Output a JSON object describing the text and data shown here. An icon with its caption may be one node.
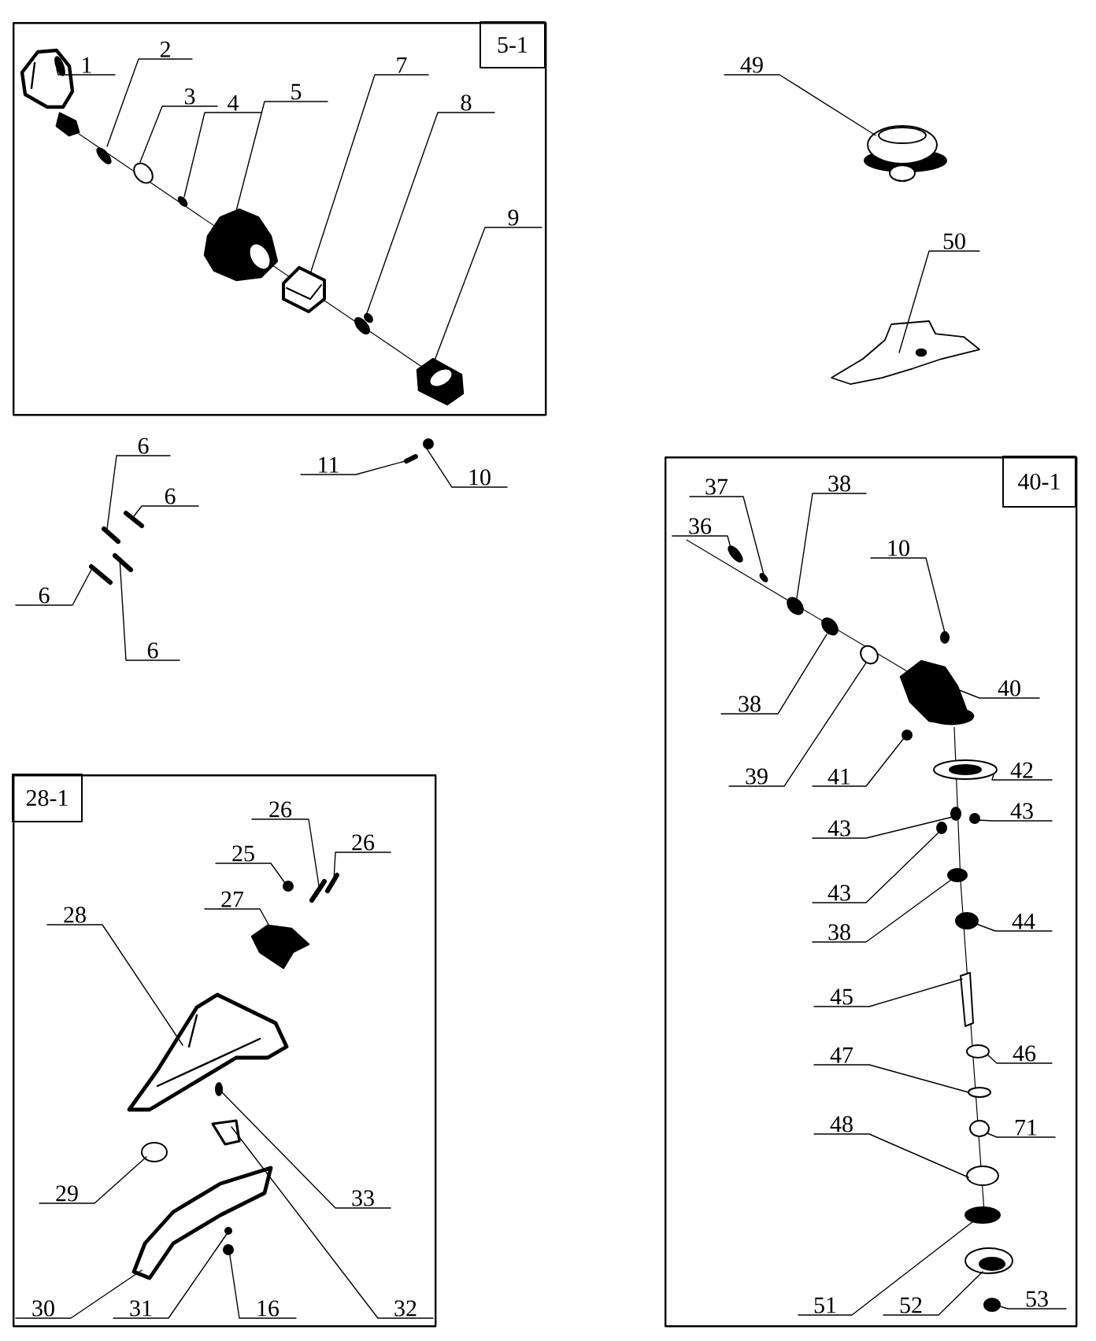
{
  "diagram": {
    "nodes": [
      {
        "text": [
          "5-1"
        ]
      },
      {
        "text": [
          "1"
        ],
        "in": 0
      },
      {
        "text": [
          "2"
        ],
        "in": 0
      },
      {
        "text": [
          "3"
        ],
        "in": 0
      },
      {
        "text": [
          "4"
        ],
        "in": 0
      },
      {
        "text": [
          "5"
        ],
        "in": 0
      },
      {
        "text": [
          "7"
        ],
        "in": 0
      },
      {
        "text": [
          "8"
        ],
        "in": 0
      },
      {
        "text": [
          "9"
        ],
        "in": 0
      },
      {
        "text": [
          "49"
        ]
      },
      {
        "text": [
          "50"
        ]
      },
      {
        "text": [
          "6"
        ]
      },
      {
        "text": [
          "6"
        ]
      },
      {
        "text": [
          "6"
        ]
      },
      {
        "text": [
          "6"
        ]
      },
      {
        "text": [
          "11"
        ]
      },
      {
        "text": [
          "10"
        ]
      },
      {
        "text": [
          "40-1"
        ]
      },
      {
        "text": [
          "37"
        ],
        "in": 17
      },
      {
        "text": [
          "38"
        ],
        "in": 17
      },
      {
        "text": [
          "36"
        ],
        "in": 17
      },
      {
        "text": [
          "10"
        ],
        "in": 17
      },
      {
        "text": [
          "38"
        ],
        "in": 17
      },
      {
        "text": [
          "40"
        ],
        "in": 17
      },
      {
        "text": [
          "39"
        ],
        "in": 17
      },
      {
        "text": [
          "41"
        ],
        "in": 17
      },
      {
        "text": [
          "42"
        ],
        "in": 17
      },
      {
        "text": [
          "43"
        ],
        "in": 17
      },
      {
        "text": [
          "43"
        ],
        "in": 17
      },
      {
        "text": [
          "43"
        ],
        "in": 17
      },
      {
        "text": [
          "38"
        ],
        "in": 17
      },
      {
        "text": [
          "44"
        ],
        "in": 17
      },
      {
        "text": [
          "45"
        ],
        "in": 17
      },
      {
        "text": [
          "46"
        ],
        "in": 17
      },
      {
        "text": [
          "47"
        ],
        "in": 17
      },
      {
        "text": [
          "71"
        ],
        "in": 17
      },
      {
        "text": [
          "48"
        ],
        "in": 17
      },
      {
        "text": [
          "51"
        ],
        "in": 17
      },
      {
        "text": [
          "52"
        ],
        "in": 17
      },
      {
        "text": [
          "53"
        ],
        "in": 17
      },
      {
        "text": [
          "28-1"
        ]
      },
      {
        "text": [
          "26"
        ],
        "in": 40
      },
      {
        "text": [
          "25"
        ],
        "in": 40
      },
      {
        "text": [
          "26"
        ],
        "in": 40
      },
      {
        "text": [
          "27"
        ],
        "in": 40
      },
      {
        "text": [
          "28"
        ],
        "in": 40
      },
      {
        "text": [
          "29"
        ],
        "in": 40
      },
      {
        "text": [
          "33"
        ],
        "in": 40
      },
      {
        "text": [
          "30"
        ],
        "in": 40
      },
      {
        "text": [
          "31"
        ],
        "in": 40
      },
      {
        "text": [
          "16"
        ],
        "in": 40
      },
      {
        "text": [
          "32"
        ],
        "in": 40
      },
      {
        "text": [],
        "shape": "picture",
        "in": 0
      },
      {
        "text": [],
        "shape": "circle",
        "in": 0
      },
      {
        "text": [],
        "shape": "circle",
        "in": 0
      },
      {
        "text": [],
        "shape": "circle",
        "in": 0
      },
      {
        "text": [],
        "shape": "picture",
        "in": 0
      },
      {
        "text": [],
        "shape": "picture",
        "in": 0
      },
      {
        "text": [],
        "shape": "circle",
        "in": 0
      },
      {
        "text": [],
        "shape": "picture",
        "in": 0
      },
      {
        "text": [],
        "shape": "circle"
      },
      {
        "text": [],
        "shape": "picture"
      },
      {
        "text": [],
        "shape": "bar"
      },
      {
        "text": [],
        "shape": "bar"
      },
      {
        "text": [],
        "shape": "bar"
      },
      {
        "text": [],
        "shape": "bar"
      },
      {
        "text": [],
        "shape": "bar"
      },
      {
        "text": [],
        "shape": "circle"
      },
      {
        "text": [],
        "shape": "circle",
        "in": 17
      },
      {
        "text": [],
        "shape": "circle",
        "in": 17
      },
      {
        "text": [],
        "shape": "circle",
        "in": 17
      },
      {
        "text": [],
        "shape": "circle",
        "in": 17
      },
      {
        "text": [],
        "shape": "circle",
        "in": 17
      },
      {
        "text": [],
        "shape": "picture",
        "in": 17
      },
      {
        "text": [],
        "shape": "circle",
        "in": 17
      },
      {
        "text": [],
        "shape": "circle",
        "in": 17
      },
      {
        "text": [],
        "shape": "circle",
        "in": 17
      },
      {
        "text": [],
        "shape": "circle",
        "in": 17
      },
      {
        "text": [],
        "shape": "circle",
        "in": 17
      },
      {
        "text": [],
        "shape": "circle",
        "in": 17
      },
      {
        "text": [],
        "shape": "circle",
        "in": 17
      },
      {
        "text": [],
        "shape": "circle",
        "in": 17
      },
      {
        "text": [],
        "shape": "box",
        "in": 17
      },
      {
        "text": [],
        "shape": "circle",
        "in": 17
      },
      {
        "text": [],
        "shape": "circle",
        "in": 17
      },
      {
        "text": [],
        "shape": "circle",
        "in": 17
      },
      {
        "text": [],
        "shape": "circle",
        "in": 17
      },
      {
        "text": [],
        "shape": "circle",
        "in": 17
      },
      {
        "text": [],
        "shape": "circle",
        "in": 17
      },
      {
        "text": [],
        "shape": "circle",
        "in": 17
      },
      {
        "text": [],
        "shape": "bar",
        "in": 40
      },
      {
        "text": [],
        "shape": "circle",
        "in": 40
      },
      {
        "text": [],
        "shape": "bar",
        "in": 40
      },
      {
        "text": [],
        "shape": "picture",
        "in": 40
      },
      {
        "text": [],
        "shape": "picture",
        "in": 40
      },
      {
        "text": [],
        "shape": "circle",
        "in": 40
      },
      {
        "text": [],
        "shape": "circle",
        "in": 40
      },
      {
        "text": [],
        "shape": "picture",
        "in": 40
      },
      {
        "text": [],
        "shape": "circle",
        "in": 40
      },
      {
        "text": [],
        "shape": "circle",
        "in": 40
      },
      {
        "text": [],
        "shape": "picture",
        "in": 40
      }
    ],
    "edges": [
      {
        "from": 1,
        "to": 52,
        "arrow": "none"
      },
      {
        "from": 2,
        "to": 53,
        "arrow": "none"
      },
      {
        "from": 3,
        "to": 54,
        "arrow": "none"
      },
      {
        "from": 4,
        "to": 55,
        "arrow": "none"
      },
      {
        "from": 5,
        "to": 56,
        "arrow": "none"
      },
      {
        "from": 6,
        "to": 57,
        "arrow": "none"
      },
      {
        "from": 7,
        "to": 58,
        "arrow": "none"
      },
      {
        "from": 8,
        "to": 59,
        "arrow": "none"
      },
      {
        "from": 9,
        "to": 60,
        "arrow": "none"
      },
      {
        "from": 10,
        "to": 61,
        "arrow": "none"
      },
      {
        "from": 11,
        "to": 62,
        "arrow": "none"
      },
      {
        "from": 12,
        "to": 63,
        "arrow": "none"
      },
      {
        "from": 13,
        "to": 64,
        "arrow": "none"
      },
      {
        "from": 14,
        "to": 65,
        "arrow": "none"
      },
      {
        "from": 15,
        "to": 66,
        "arrow": "none"
      },
      {
        "from": 16,
        "to": 67,
        "arrow": "none"
      },
      {
        "from": 18,
        "to": 68,
        "arrow": "none"
      },
      {
        "from": 19,
        "to": 69,
        "arrow": "none"
      },
      {
        "from": 20,
        "to": 70,
        "arrow": "none"
      },
      {
        "from": 21,
        "to": 71,
        "arrow": "none"
      },
      {
        "from": 22,
        "to": 72,
        "arrow": "none"
      },
      {
        "from": 23,
        "to": 73,
        "arrow": "none"
      },
      {
        "from": 24,
        "to": 74,
        "arrow": "none"
      },
      {
        "from": 25,
        "to": 75,
        "arrow": "none"
      },
      {
        "from": 26,
        "to": 76,
        "arrow": "none"
      },
      {
        "from": 27,
        "to": 77,
        "arrow": "none"
      },
      {
        "from": 28,
        "to": 78,
        "arrow": "none"
      },
      {
        "from": 29,
        "to": 79,
        "arrow": "none"
      },
      {
        "from": 30,
        "to": 80,
        "arrow": "none"
      },
      {
        "from": 31,
        "to": 81,
        "arrow": "none"
      },
      {
        "from": 32,
        "to": 82,
        "arrow": "none"
      },
      {
        "from": 33,
        "to": 83,
        "arrow": "none"
      },
      {
        "from": 34,
        "to": 84,
        "arrow": "none"
      },
      {
        "from": 35,
        "to": 85,
        "arrow": "none"
      },
      {
        "from": 36,
        "to": 86,
        "arrow": "none"
      },
      {
        "from": 37,
        "to": 87,
        "arrow": "none"
      },
      {
        "from": 38,
        "to": 88,
        "arrow": "none"
      },
      {
        "from": 39,
        "to": 89,
        "arrow": "none"
      },
      {
        "from": 41,
        "to": 90,
        "arrow": "none"
      },
      {
        "from": 42,
        "to": 91,
        "arrow": "none"
      },
      {
        "from": 43,
        "to": 92,
        "arrow": "none"
      },
      {
        "from": 44,
        "to": 93,
        "arrow": "none"
      },
      {
        "from": 45,
        "to": 94,
        "arrow": "none"
      },
      {
        "from": 46,
        "to": 95,
        "arrow": "none"
      },
      {
        "from": 47,
        "to": 96,
        "arrow": "none"
      },
      {
        "from": 48,
        "to": 97,
        "arrow": "none"
      },
      {
        "from": 49,
        "to": 98,
        "arrow": "none"
      },
      {
        "from": 50,
        "to": 99,
        "arrow": "none"
      },
      {
        "from": 51,
        "to": 100,
        "arrow": "none"
      }
    ]
  }
}
